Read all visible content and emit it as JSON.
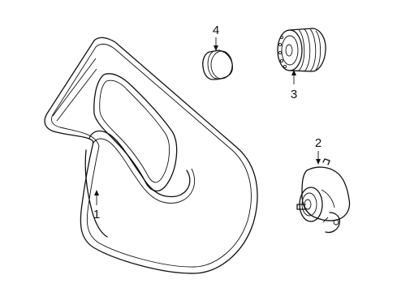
{
  "callouts": {
    "belt": "1",
    "tensioner": "2",
    "idler_pulley": "3",
    "cap": "4"
  },
  "colors": {
    "line": "#111111",
    "background": "#ffffff"
  }
}
